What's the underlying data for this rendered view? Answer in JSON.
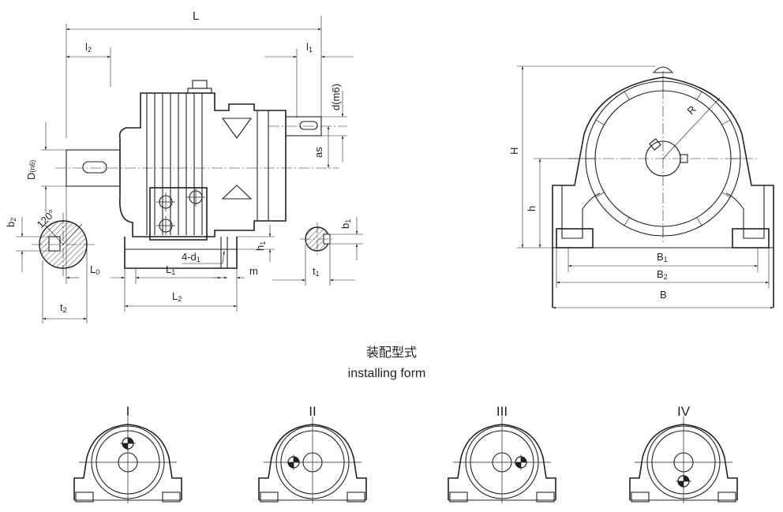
{
  "side_view": {
    "dim_L": "L",
    "dim_l2": "l",
    "dim_l2_sub": "2",
    "dim_l1": "l",
    "dim_l1_sub": "1",
    "dim_d": "d(m6)",
    "dim_as": "as",
    "dim_D": "D",
    "dim_D_sub": "(n6)",
    "dim_b2": "b",
    "dim_b2_sub": "2",
    "dim_120": "120°",
    "dim_t2": "t",
    "dim_t2_sub": "2",
    "dim_L0": "L",
    "dim_L0_sub": "0",
    "dim_L1": "L",
    "dim_L1_sub": "1",
    "dim_4d1": "4-d",
    "dim_4d1_sub": "1",
    "dim_L2": "L",
    "dim_L2_sub": "2",
    "dim_h1": "h",
    "dim_h1_sub": "1",
    "dim_m": "m",
    "dim_b1": "b",
    "dim_b1_sub": "1",
    "dim_t1": "t",
    "dim_t1_sub": "1"
  },
  "end_view": {
    "dim_H": "H",
    "dim_h": "h",
    "dim_R": "R",
    "dim_B1": "B",
    "dim_B1_sub": "1",
    "dim_B2": "B",
    "dim_B2_sub": "2",
    "dim_B": "B"
  },
  "installing": {
    "title_cn": "装配型式",
    "title_en": "installing form",
    "forms": [
      {
        "label": "I",
        "marker": "top"
      },
      {
        "label": "II",
        "marker": "left"
      },
      {
        "label": "III",
        "marker": "right"
      },
      {
        "label": "IV",
        "marker": "bottom"
      }
    ]
  }
}
